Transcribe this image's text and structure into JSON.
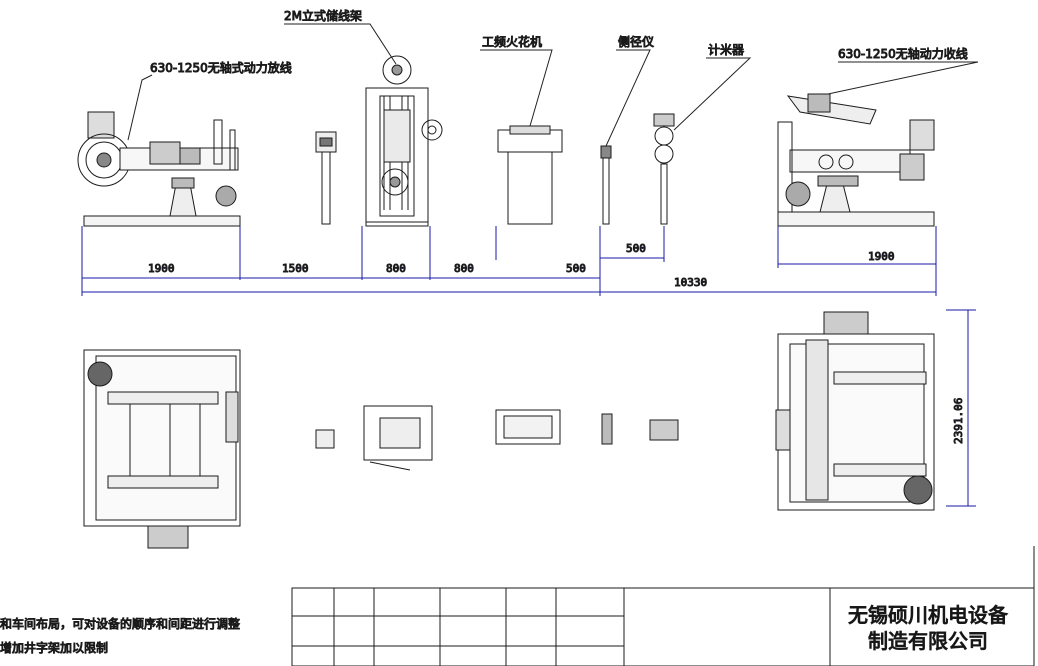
{
  "labels": {
    "payoff": "630-1250无轴式动力放线",
    "storage": "2M立式储线架",
    "spark": "工频火花机",
    "diameter": "侧径仪",
    "meter": "计米器",
    "takeup": "630-1250无轴动力收线"
  },
  "dimensions": {
    "d1": "1900",
    "d2": "1500",
    "d3": "800",
    "d4": "800",
    "d5": "500",
    "d6": "500",
    "d7": "1900",
    "total": "10330",
    "height": "2391.06"
  },
  "notes": {
    "line1": "和车间布局，可对设备的顺序和间距进行调整",
    "line2": "增加井字架加以限制"
  },
  "company": {
    "line1": "无锡硕川机电设备",
    "line2": "制造有限公司"
  },
  "colors": {
    "line": "#1b1b1b",
    "dimension": "#1a1aa8"
  }
}
